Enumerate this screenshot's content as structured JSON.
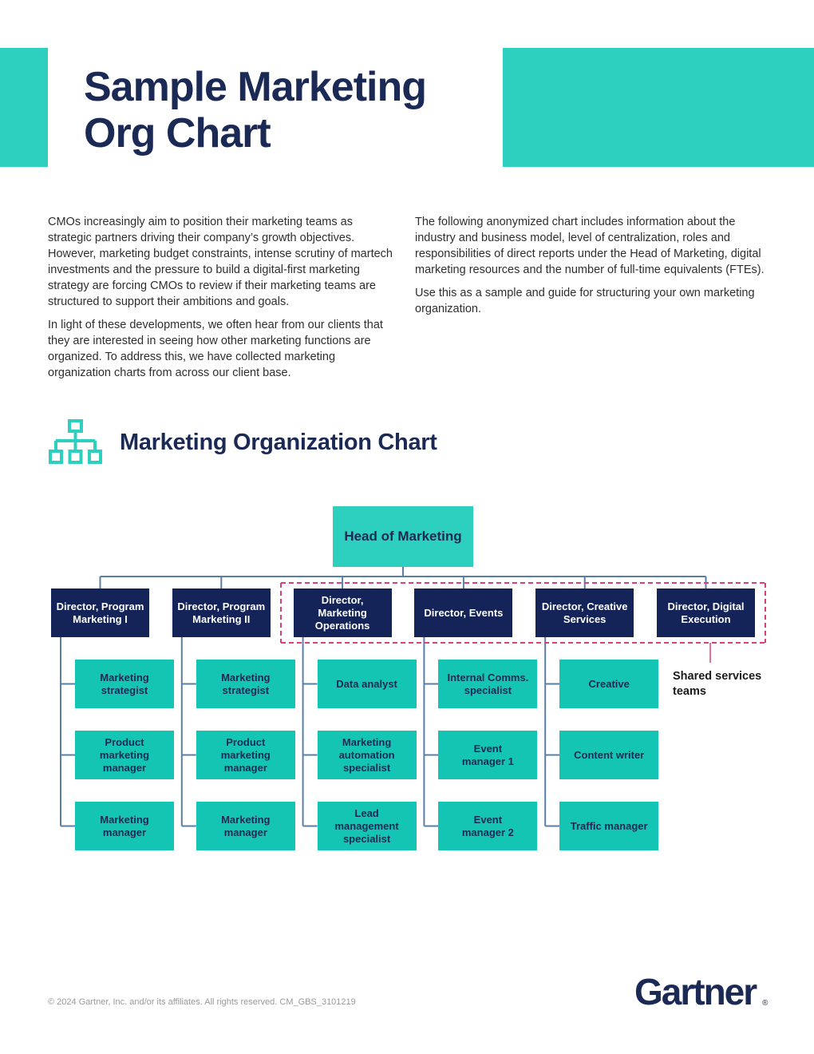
{
  "header": {
    "title": "Sample Marketing\nOrg Chart"
  },
  "intro": {
    "left_paragraphs": [
      "CMOs increasingly aim to position their marketing teams as strategic partners driving their company’s growth objectives. However, marketing budget constraints, intense scrutiny of martech investments and the pressure to build a digital-first marketing strategy are forcing CMOs to review if their marketing teams are structured to support their ambitions and goals.",
      "In light of these developments, we often hear from our clients that they are interested in seeing how other marketing functions are organized. To address this, we have collected marketing organization charts from across our client base."
    ],
    "right_paragraphs": [
      "The following anonymized chart includes information about the industry and business model, level of centralization, roles and responsibilities of direct reports under the Head of Marketing, digital marketing resources and the number of full-time equivalents (FTEs).",
      "Use this as a sample and guide for structuring your own marketing organization."
    ]
  },
  "section": {
    "title": "Marketing Organization Chart",
    "icon": "org-chart-icon"
  },
  "org": {
    "head": "Head of Marketing",
    "directors": [
      {
        "title": "Director, Program\nMarketing I",
        "reports": [
          "Marketing\nstrategist",
          "Product\nmarketing\nmanager",
          "Marketing\nmanager"
        ]
      },
      {
        "title": "Director, Program\nMarketing II",
        "reports": [
          "Marketing\nstrategist",
          "Product\nmarketing\nmanager",
          "Marketing\nmanager"
        ]
      },
      {
        "title": "Director,\nMarketing\nOperations",
        "reports": [
          "Data analyst",
          "Marketing\nautomation\nspecialist",
          "Lead\nmanagement\nspecialist"
        ]
      },
      {
        "title": "Director, Events",
        "reports": [
          "Internal Comms.\nspecialist",
          "Event\nmanager 1",
          "Event\nmanager 2"
        ]
      },
      {
        "title": "Director, Creative\nServices",
        "reports": [
          "Creative",
          "Content writer",
          "Traffic manager"
        ]
      },
      {
        "title": "Director, Digital\nExecution",
        "reports": []
      }
    ],
    "shared_services_label": "Shared services\nteams"
  },
  "colors": {
    "teal": "#2dcfbf",
    "sub_teal": "#14c5b4",
    "navy": "#142459",
    "connector": "#5a7fa6",
    "dashed": "#d6417a"
  },
  "footer": {
    "copyright": "© 2024 Gartner, Inc. and/or its affiliates. All rights reserved. CM_GBS_3101219",
    "logo": "Gartner"
  }
}
